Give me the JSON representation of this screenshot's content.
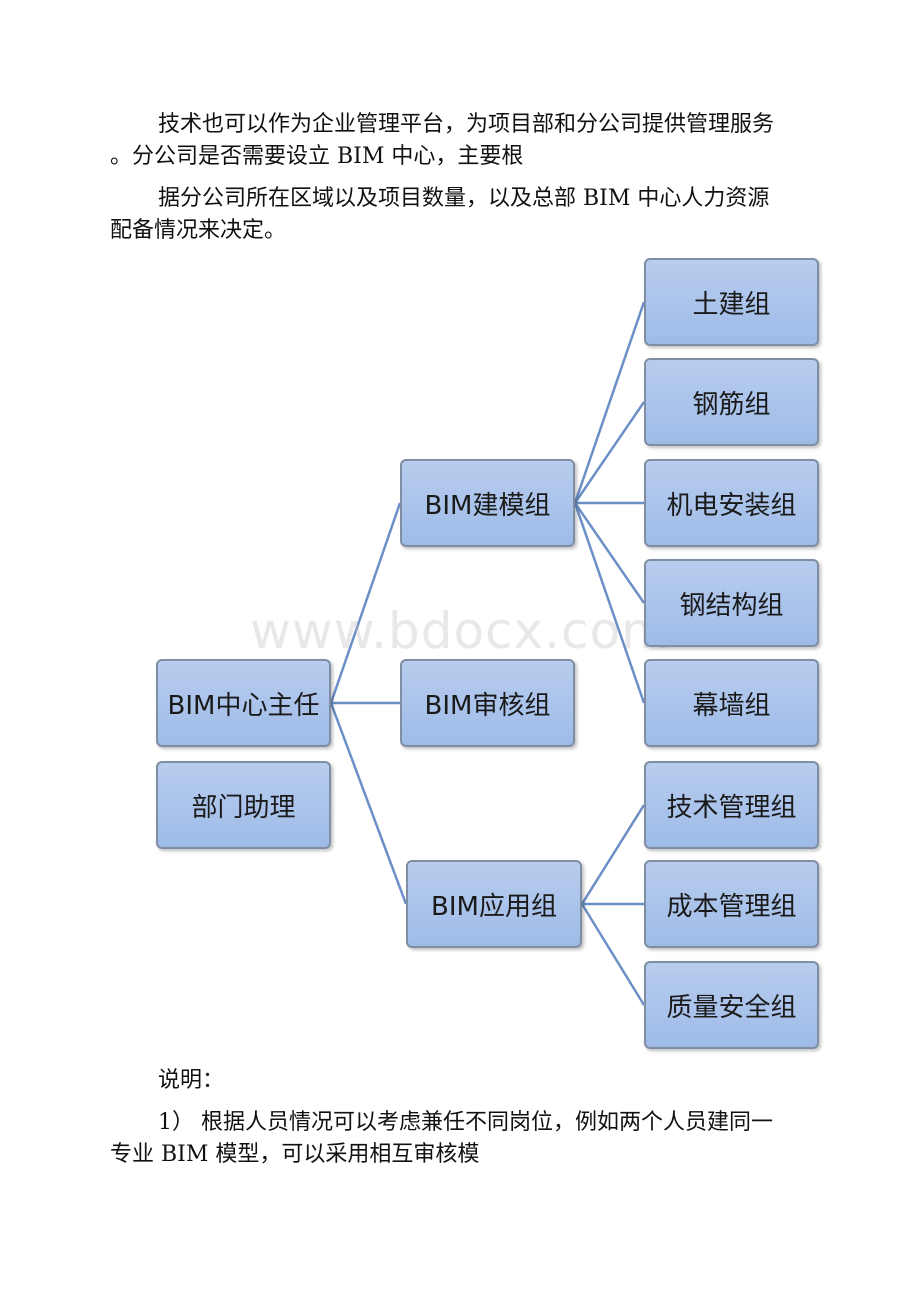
{
  "paragraphs": {
    "p1_line1": "技术也可以作为企业管理平台，为项目部和分公司提供管理服务",
    "p1_line2": "。分公司是否需要设立 BIM 中心，主要根",
    "p2_line1": "据分公司所在区域以及项目数量，以及总部 BIM 中心人力资源",
    "p2_line2": "配备情况来决定。",
    "note_label": "说明：",
    "p3_line1": "1） 根据人员情况可以考虑兼任不同岗位，例如两个人员建同一",
    "p3_line2": "专业 BIM 模型，可以采用相互审核模"
  },
  "watermark": "www.bdocx.com",
  "org_chart": {
    "root": "BIM中心主任",
    "assistant": "部门助理",
    "level2": {
      "modeling": "BIM建模组",
      "review": "BIM审核组",
      "application": "BIM应用组"
    },
    "modeling_children": [
      "土建组",
      "钢筋组",
      "机电安装组",
      "钢结构组",
      "幕墙组"
    ],
    "application_children": [
      "技术管理组",
      "成本管理组",
      "质量安全组"
    ],
    "colors": {
      "node_fill": "#a9c3ec",
      "node_border": "#7f8ea3",
      "connector": "#6b8fc7"
    }
  }
}
